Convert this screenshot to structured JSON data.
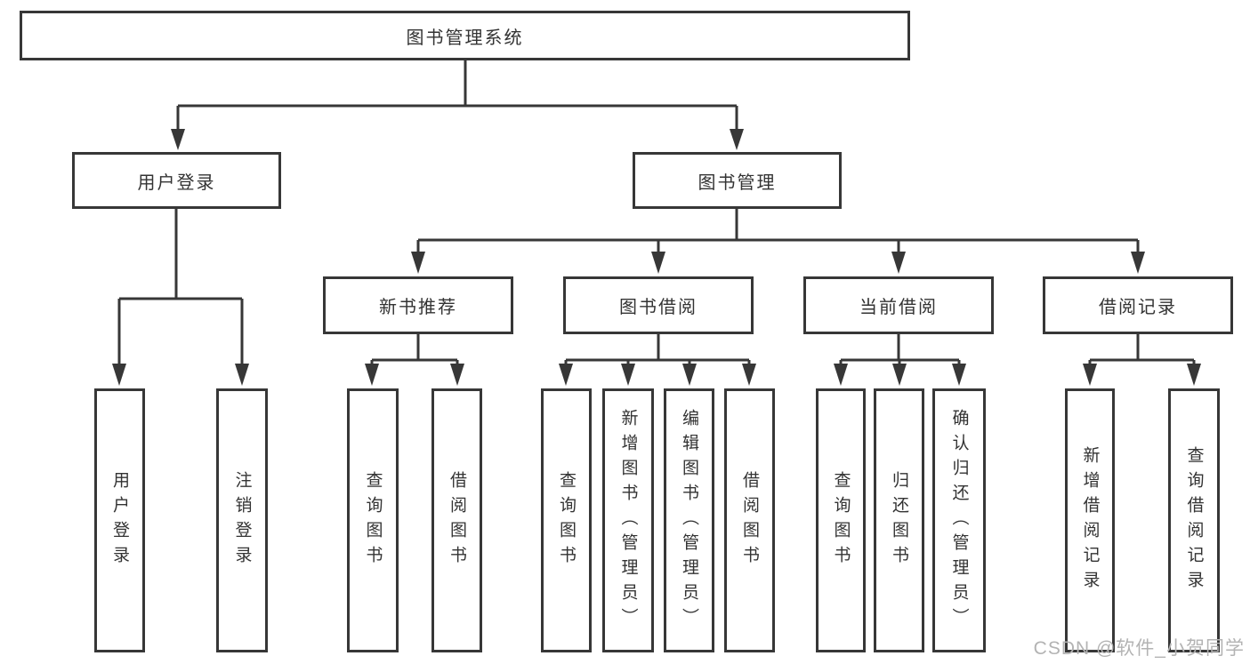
{
  "diagram": {
    "title": "图书管理系统",
    "type": "function-structure-tree",
    "colors": {
      "line": "#373737",
      "text": "#333333",
      "background": "#ffffff",
      "watermark": "#b3b3b3"
    },
    "nodes": {
      "root": "图书管理系统",
      "user_login": "用户登录",
      "book_management": "图书管理",
      "new_book_recommend": "新书推荐",
      "book_borrow": "图书借阅",
      "current_borrow": "当前借阅",
      "borrow_records": "借阅记录"
    },
    "leaves": {
      "user_login": [
        "用户登录",
        "注销登录"
      ],
      "new_book_recommend": [
        "查询图书",
        "借阅图书"
      ],
      "book_borrow": [
        "查询图书",
        "新增图书（管理员）",
        "编辑图书（管理员）",
        "借阅图书"
      ],
      "current_borrow": [
        "查询图书",
        "归还图书",
        "确认归还（管理员）"
      ],
      "borrow_records": [
        "新增借阅记录",
        "查询借阅记录"
      ]
    },
    "watermark": "CSDN @软件_小贺同学"
  }
}
